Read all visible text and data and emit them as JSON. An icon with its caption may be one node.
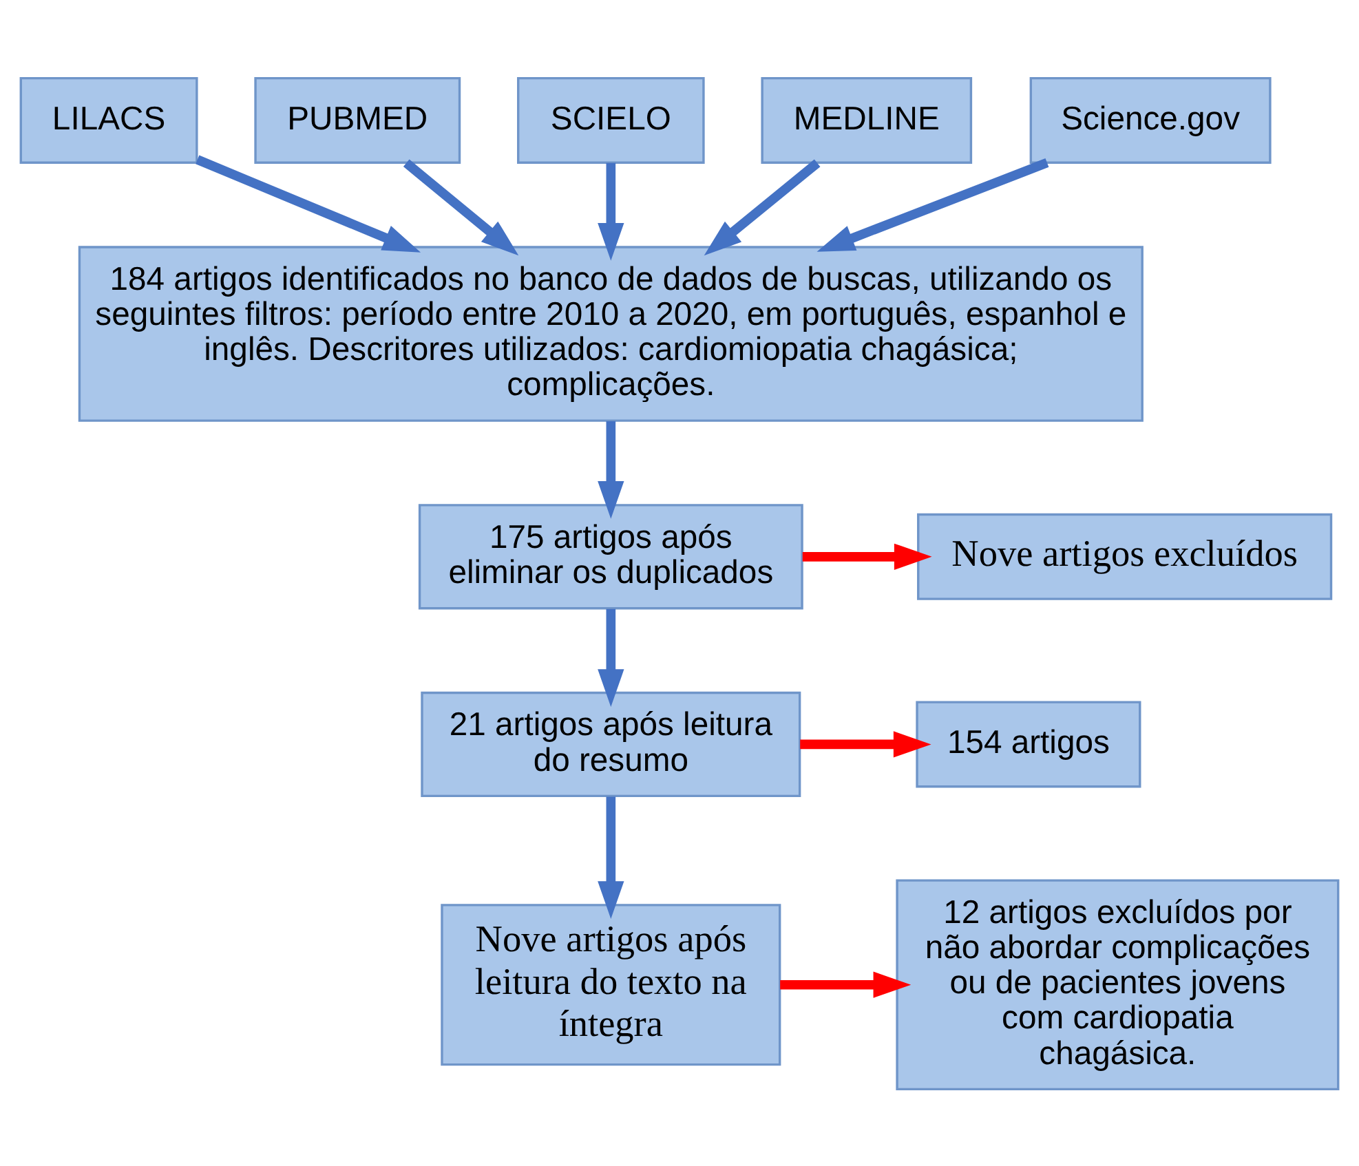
{
  "diagram": {
    "nodes": [
      {
        "text": [
          "LILACS"
        ]
      },
      {
        "text": [
          "PUBMED"
        ]
      },
      {
        "text": [
          "SCIELO"
        ]
      },
      {
        "text": [
          "MEDLINE"
        ]
      },
      {
        "text": [
          "Science.gov"
        ]
      },
      {
        "text": [
          "184 artigos identificados no banco de dados de buscas, utilizando os seguintes filtros: período entre 2010 a 2020, em português, espanhol e inglês. Descritores utilizados: cardiomiopatia chagásica; complicações."
        ]
      },
      {
        "text": [
          "175 artigos após eliminar os duplicados"
        ]
      },
      {
        "text": [
          "Nove artigos excluídos"
        ]
      },
      {
        "text": [
          "21 artigos após leitura do resumo"
        ]
      },
      {
        "text": [
          "154 artigos"
        ]
      },
      {
        "text": [
          "Nove artigos após leitura do texto na íntegra"
        ]
      },
      {
        "text": [
          "12 artigos excluídos por não abordar complicações ou de pacientes jovens com cardiopatia chagásica."
        ]
      }
    ],
    "edges": [
      {
        "from": 0,
        "to": 5,
        "arrow": "to"
      },
      {
        "from": 1,
        "to": 5,
        "arrow": "to"
      },
      {
        "from": 2,
        "to": 5,
        "arrow": "to"
      },
      {
        "from": 3,
        "to": 5,
        "arrow": "to"
      },
      {
        "from": 4,
        "to": 5,
        "arrow": "to"
      },
      {
        "from": 5,
        "to": 6,
        "arrow": "to"
      },
      {
        "from": 6,
        "to": 7,
        "arrow": "to",
        "color": "#ff0000"
      },
      {
        "from": 6,
        "to": 8,
        "arrow": "to"
      },
      {
        "from": 8,
        "to": 9,
        "arrow": "to",
        "color": "#ff0000"
      },
      {
        "from": 8,
        "to": 10,
        "arrow": "to"
      },
      {
        "from": 10,
        "to": 11,
        "arrow": "to",
        "color": "#ff0000"
      }
    ]
  }
}
